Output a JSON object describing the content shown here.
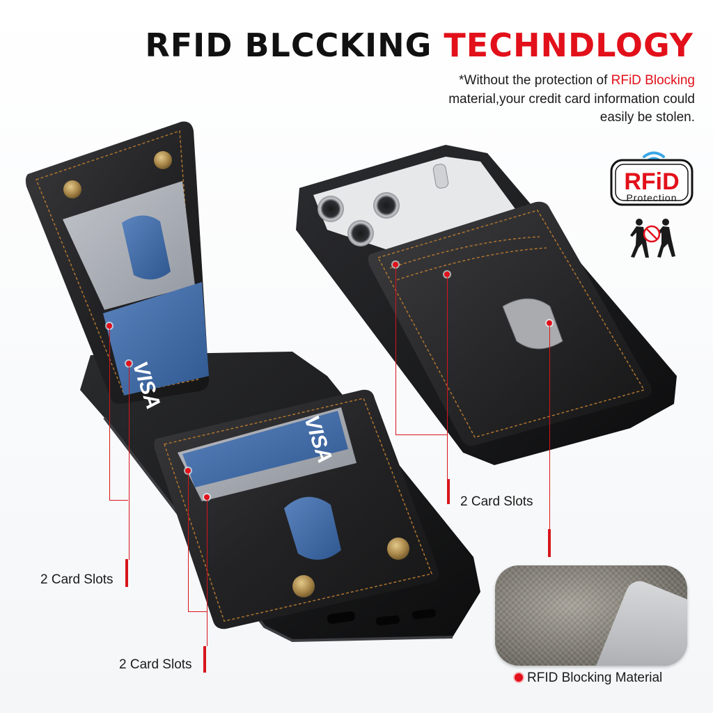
{
  "headline": {
    "part1": "RFID BLCCKING",
    "part2": "TECHNDLOGY"
  },
  "note": {
    "prefix": "*Without the protection of ",
    "highlight": "RFiD Blocking",
    "line2": "material,your credit card information could",
    "line3": "easily be stolen."
  },
  "badge": {
    "main": "RFiD",
    "sub": "Protection"
  },
  "card_brand": "VISA",
  "callouts": {
    "left_top": "2 Card Slots",
    "left_bottom": "2 Card Slots",
    "right": "2 Card Slots",
    "material": "RFID Blocking Material"
  },
  "colors": {
    "accent_red": "#e2101a",
    "case_black": "#1c1c1e",
    "card_blue": "#3f6aa3",
    "wifi_blue": "#3aa7e6"
  }
}
